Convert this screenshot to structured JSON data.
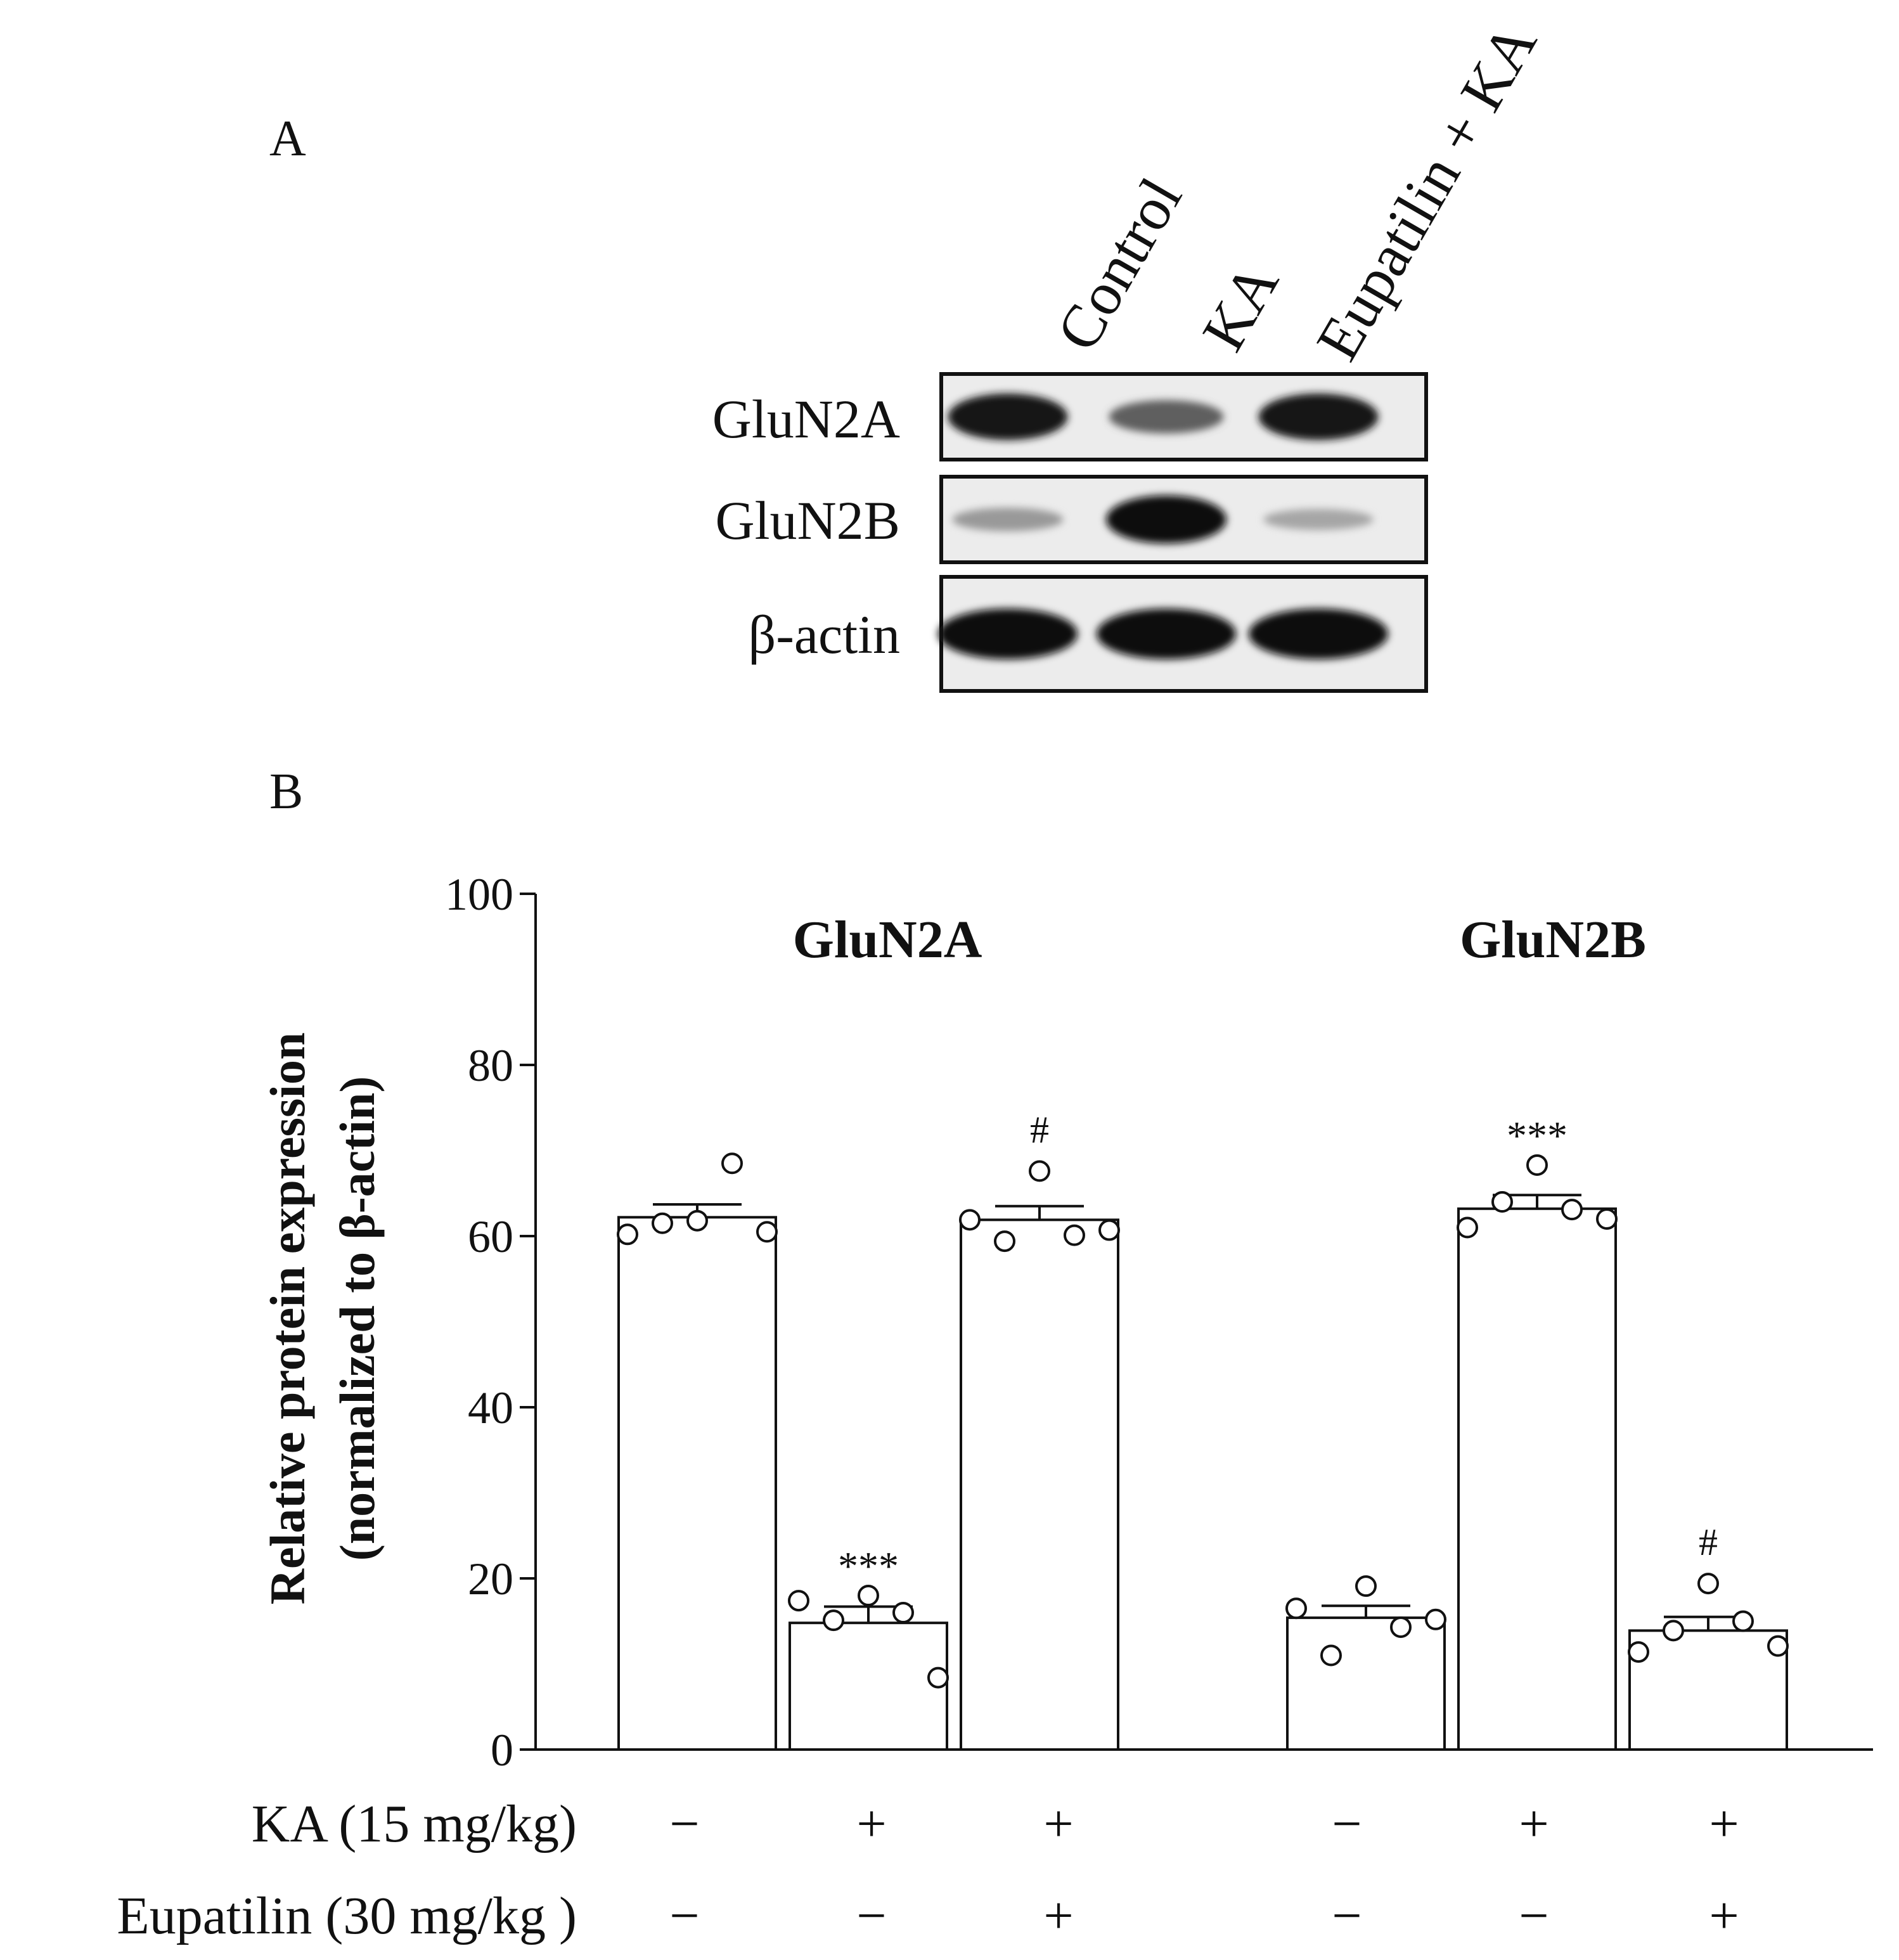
{
  "panels": {
    "a": "A",
    "b": "B"
  },
  "blot": {
    "lanes": [
      "Control",
      "KA",
      "Eupatilin + KA"
    ],
    "rows": [
      {
        "label": "GluN2A",
        "intensities": [
          0.95,
          0.55,
          0.95
        ]
      },
      {
        "label": "GluN2B",
        "intensities": [
          0.25,
          1.0,
          0.18
        ]
      },
      {
        "label": "β-actin",
        "intensities": [
          1.0,
          1.0,
          1.0
        ]
      }
    ]
  },
  "chart_data": {
    "type": "bar",
    "ylabel_lines": [
      "Relative protein expression",
      "(normalized to β-actin)"
    ],
    "ylim": [
      0,
      100
    ],
    "yticks": [
      0,
      20,
      40,
      60,
      80,
      100
    ],
    "groups": [
      {
        "name": "GluN2A",
        "bars": [
          {
            "mean": 62.2,
            "sem": 1.5,
            "points": [
              60.2,
              61.5,
              61.8,
              68.5,
              60.5
            ],
            "mark": ""
          },
          {
            "mean": 14.8,
            "sem": 1.9,
            "points": [
              17.4,
              15.1,
              18.0,
              16.0,
              8.4
            ],
            "mark": "***"
          },
          {
            "mean": 61.9,
            "sem": 1.6,
            "points": [
              61.9,
              59.4,
              67.6,
              60.1,
              60.7
            ],
            "mark": "#"
          }
        ]
      },
      {
        "name": "GluN2B",
        "bars": [
          {
            "mean": 15.4,
            "sem": 1.4,
            "points": [
              16.5,
              11.0,
              19.1,
              14.3,
              15.2
            ],
            "mark": ""
          },
          {
            "mean": 63.2,
            "sem": 1.6,
            "points": [
              61.0,
              64.0,
              68.3,
              63.1,
              62.0
            ],
            "mark": "***"
          },
          {
            "mean": 13.9,
            "sem": 1.6,
            "points": [
              11.4,
              13.9,
              19.4,
              15.0,
              12.1
            ],
            "mark": "#"
          }
        ]
      }
    ],
    "treatments": [
      {
        "label": "KA (15 mg/kg)",
        "signs": [
          "−",
          "+",
          "+",
          "−",
          "+",
          "+"
        ]
      },
      {
        "label": "Eupatilin (30 mg/kg )",
        "signs": [
          "−",
          "−",
          "+",
          "−",
          "−",
          "+"
        ]
      }
    ]
  }
}
